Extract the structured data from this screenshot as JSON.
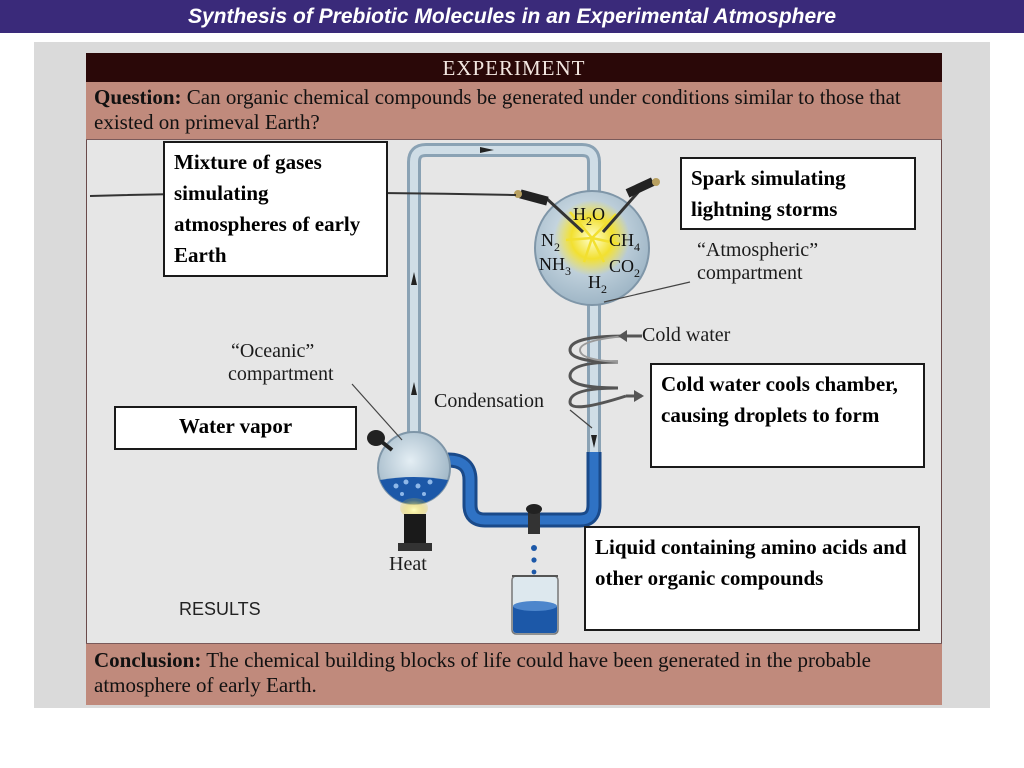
{
  "slide_title": "Synthesis of Prebiotic Molecules in an Experimental Atmosphere",
  "header": "EXPERIMENT",
  "question": {
    "label": "Question:",
    "text": "Can organic chemical compounds be generated under conditions similar to those that existed on primeval Earth?"
  },
  "conclusion": {
    "label": "Conclusion:",
    "text": "The chemical building blocks of life could have been generated in the probable atmosphere of early Earth."
  },
  "callouts": {
    "gases": "Mixture of gases simulating atmospheres of early Earth",
    "spark": "Spark simulating lightning storms",
    "vapor": "Water vapor",
    "cold": "Cold water cools chamber, causing droplets to form",
    "liquid": "Liquid containing amino acids and other organic compounds"
  },
  "labels": {
    "atmospheric": "“Atmospheric”",
    "atmospheric2": "compartment",
    "oceanic": "“Oceanic”",
    "oceanic2": "compartment",
    "cold_water": "Cold water",
    "condensation": "Condensation",
    "heat": "Heat",
    "results": "RESULTS"
  },
  "chemicals": {
    "h2o": "H",
    "h2o_sub": "2",
    "h2o_o": "O",
    "n2": "N",
    "n2_sub": "2",
    "ch4": "CH",
    "ch4_sub": "4",
    "nh3": "NH",
    "nh3_sub": "3",
    "co2": "CO",
    "co2_sub": "2",
    "h2": "H",
    "h2_sub": "2"
  },
  "colors": {
    "title_bar": "#3a2a7a",
    "header": "#2a0808",
    "panel": "#c08a7c",
    "glass": "#b8ccd8",
    "water": "#1c58a8",
    "spark": "#f2e030"
  }
}
